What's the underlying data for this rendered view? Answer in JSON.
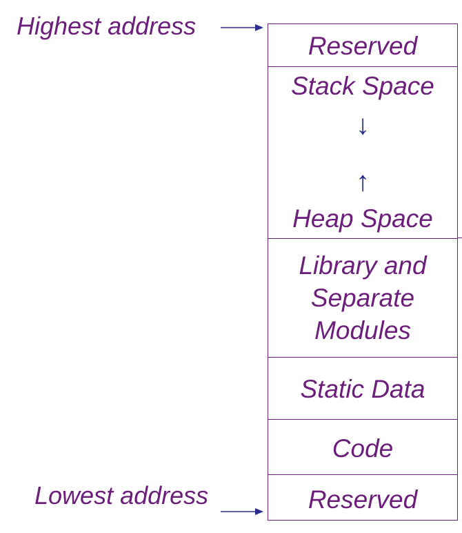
{
  "labels": {
    "highest_address": "Highest address",
    "lowest_address": "Lowest address"
  },
  "segments": {
    "reserved_top": "Reserved",
    "stack_space": "Stack Space",
    "stack_arrow": "↓",
    "heap_arrow": "↑",
    "heap_space": "Heap Space",
    "library_line1": "Library and",
    "library_line2": "Separate",
    "library_line3": "Modules",
    "static_data": "Static Data",
    "code": "Code",
    "reserved_bottom": "Reserved"
  },
  "colors": {
    "text": "#6b1e7a",
    "arrow": "#2b2e8a",
    "border": "#6b1e7a"
  }
}
